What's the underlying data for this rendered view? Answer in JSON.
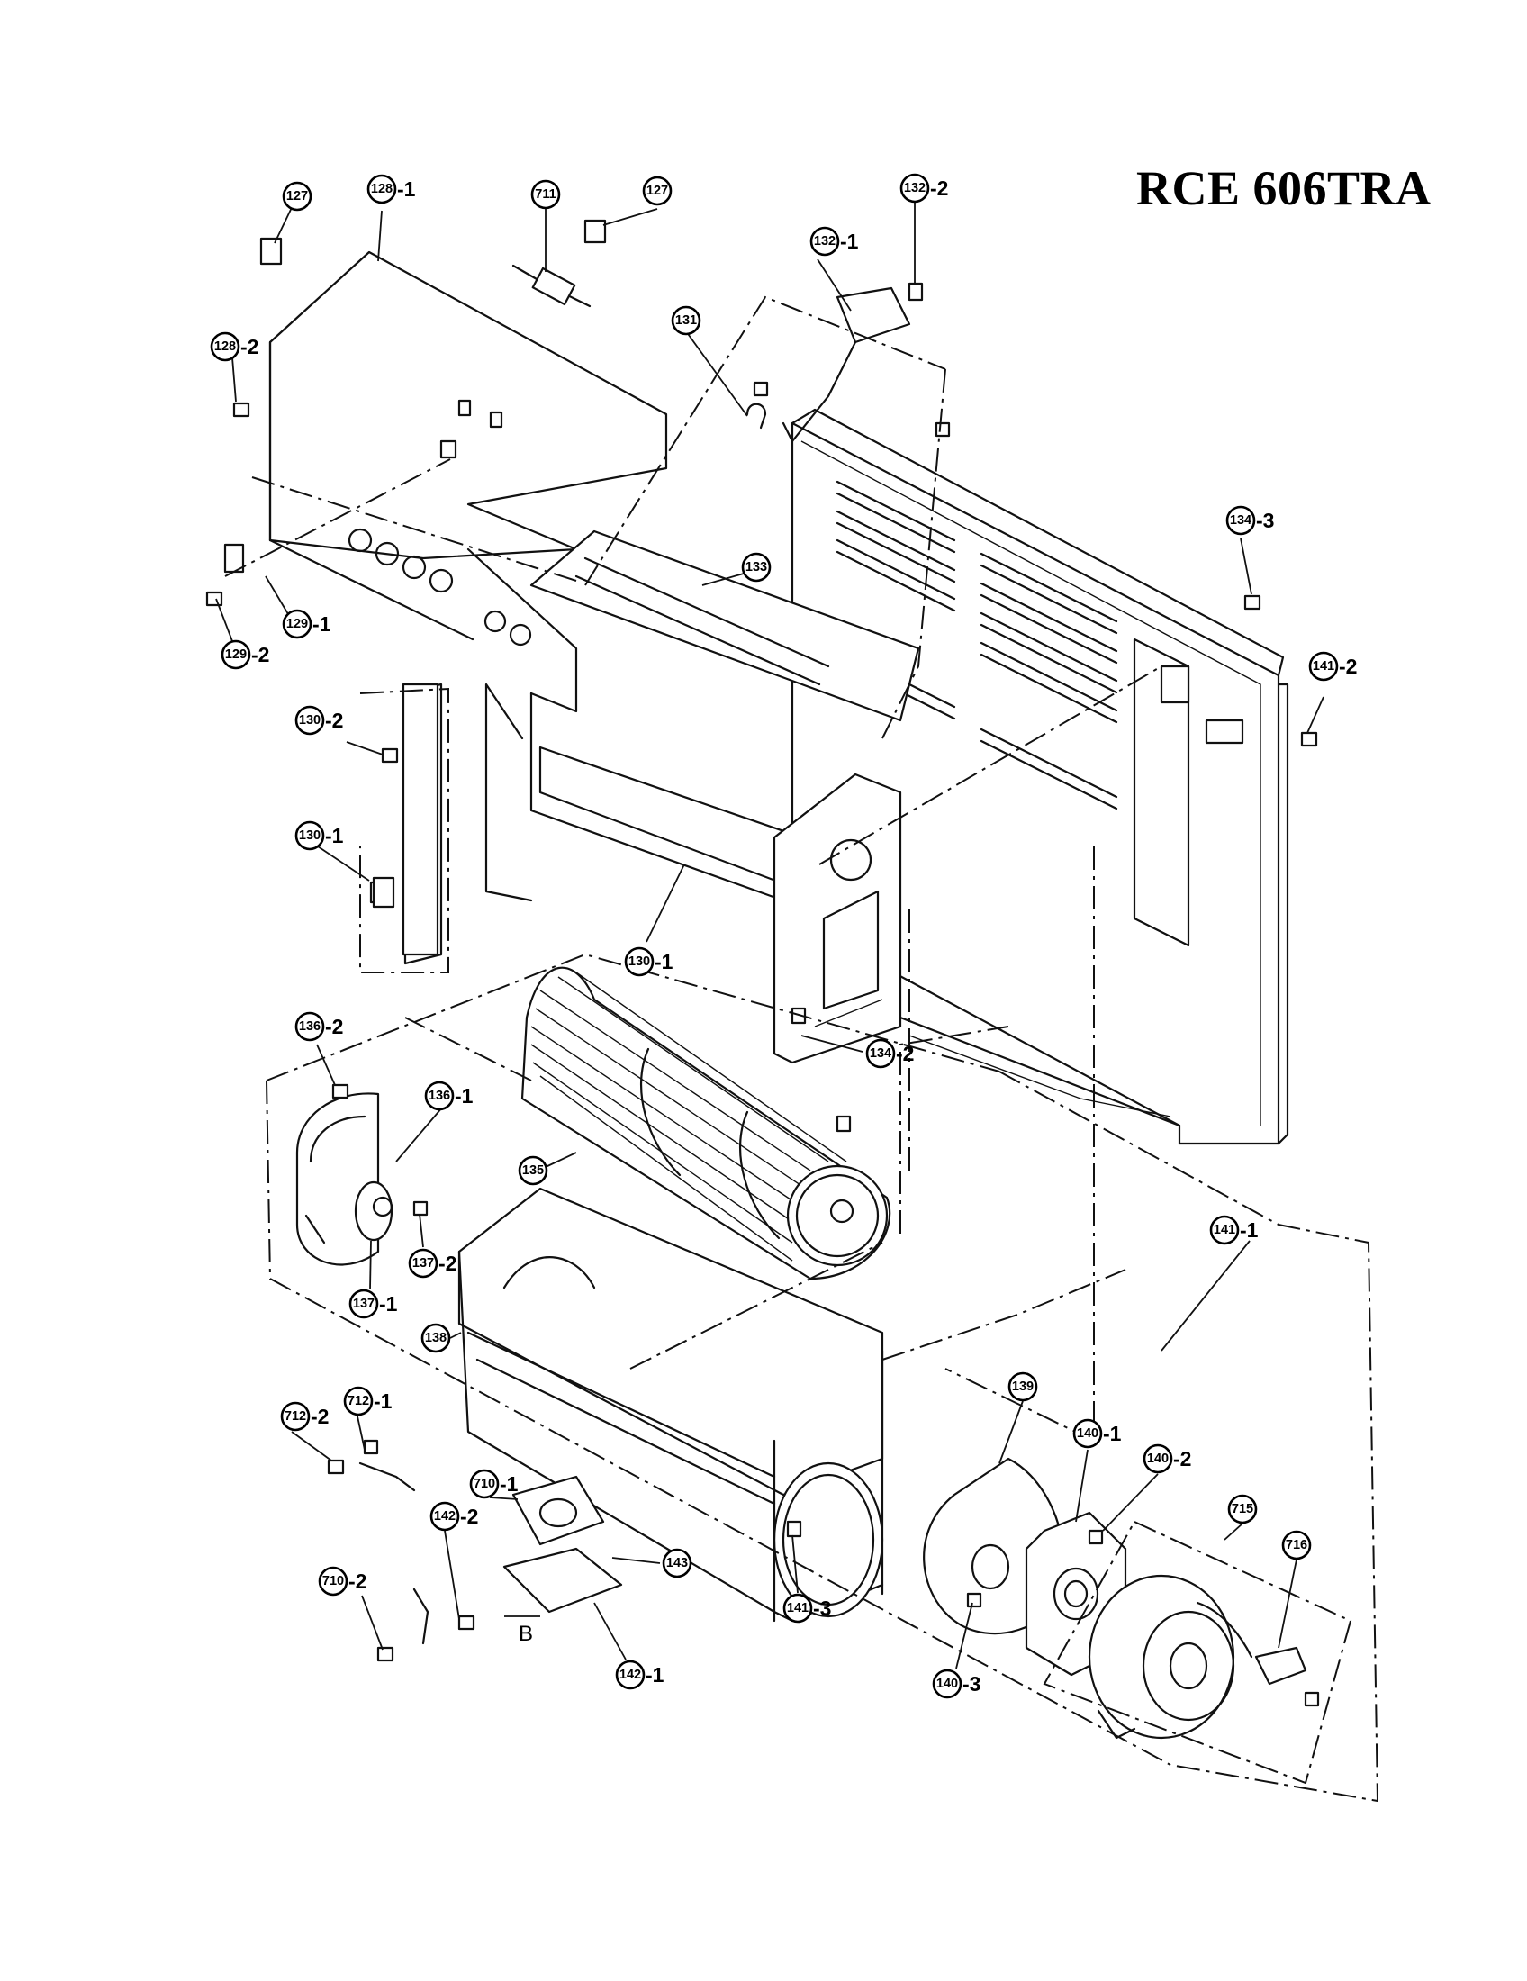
{
  "title": "RCE 606TRA",
  "section_mark": "B",
  "labels": {
    "l127a": {
      "num": "127",
      "suffix": ""
    },
    "l128_1": {
      "num": "128",
      "suffix": "-1"
    },
    "l711": {
      "num": "711",
      "suffix": ""
    },
    "l127b": {
      "num": "127",
      "suffix": ""
    },
    "l132_2": {
      "num": "132",
      "suffix": "-2"
    },
    "l132_1": {
      "num": "132",
      "suffix": "-1"
    },
    "l128_2": {
      "num": "128",
      "suffix": "-2"
    },
    "l131": {
      "num": "131",
      "suffix": ""
    },
    "l134_3": {
      "num": "134",
      "suffix": "-3"
    },
    "l133": {
      "num": "133",
      "suffix": ""
    },
    "l129_1": {
      "num": "129",
      "suffix": "-1"
    },
    "l129_2": {
      "num": "129",
      "suffix": "-2"
    },
    "l141_2": {
      "num": "141",
      "suffix": "-2"
    },
    "l130_2": {
      "num": "130",
      "suffix": "-2"
    },
    "l130_1a": {
      "num": "130",
      "suffix": "-1"
    },
    "l130_1b": {
      "num": "130",
      "suffix": "-1"
    },
    "l134_2": {
      "num": "134",
      "suffix": "-2"
    },
    "l136_2": {
      "num": "136",
      "suffix": "-2"
    },
    "l136_1": {
      "num": "136",
      "suffix": "-1"
    },
    "l135": {
      "num": "135",
      "suffix": ""
    },
    "l137_2": {
      "num": "137",
      "suffix": "-2"
    },
    "l137_1": {
      "num": "137",
      "suffix": "-1"
    },
    "l141_1": {
      "num": "141",
      "suffix": "-1"
    },
    "l138": {
      "num": "138",
      "suffix": ""
    },
    "l139": {
      "num": "139",
      "suffix": ""
    },
    "l712_2": {
      "num": "712",
      "suffix": "-2"
    },
    "l712_1": {
      "num": "712",
      "suffix": "-1"
    },
    "l140_1": {
      "num": "140",
      "suffix": "-1"
    },
    "l140_2": {
      "num": "140",
      "suffix": "-2"
    },
    "l715": {
      "num": "715",
      "suffix": ""
    },
    "l716": {
      "num": "716",
      "suffix": ""
    },
    "l710_1": {
      "num": "710",
      "suffix": "-1"
    },
    "l142_2": {
      "num": "142",
      "suffix": "-2"
    },
    "l143": {
      "num": "143",
      "suffix": ""
    },
    "l141_3": {
      "num": "141",
      "suffix": "-3"
    },
    "l710_2": {
      "num": "710",
      "suffix": "-2"
    },
    "l140_3": {
      "num": "140",
      "suffix": "-3"
    },
    "l142_1": {
      "num": "142",
      "suffix": "-1"
    }
  }
}
